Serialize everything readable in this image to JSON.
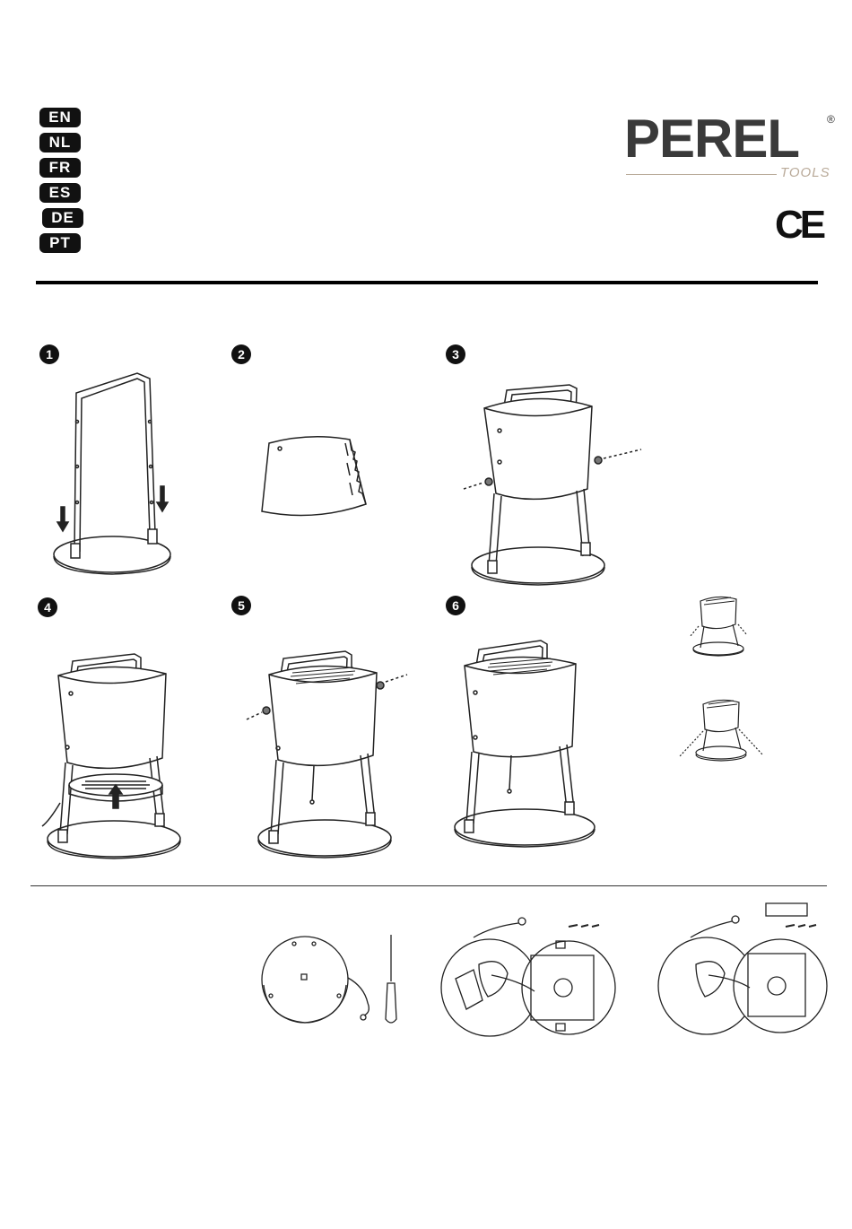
{
  "languages": [
    "EN",
    "NL",
    "FR",
    "ES",
    "DE",
    "PT"
  ],
  "brand": {
    "name": "PEREL",
    "registered": "®",
    "tagline": "TOOLS",
    "accent_color": "#b9aa99"
  },
  "certification": "CE",
  "steps": [
    "1",
    "2",
    "3",
    "4",
    "5",
    "6"
  ]
}
